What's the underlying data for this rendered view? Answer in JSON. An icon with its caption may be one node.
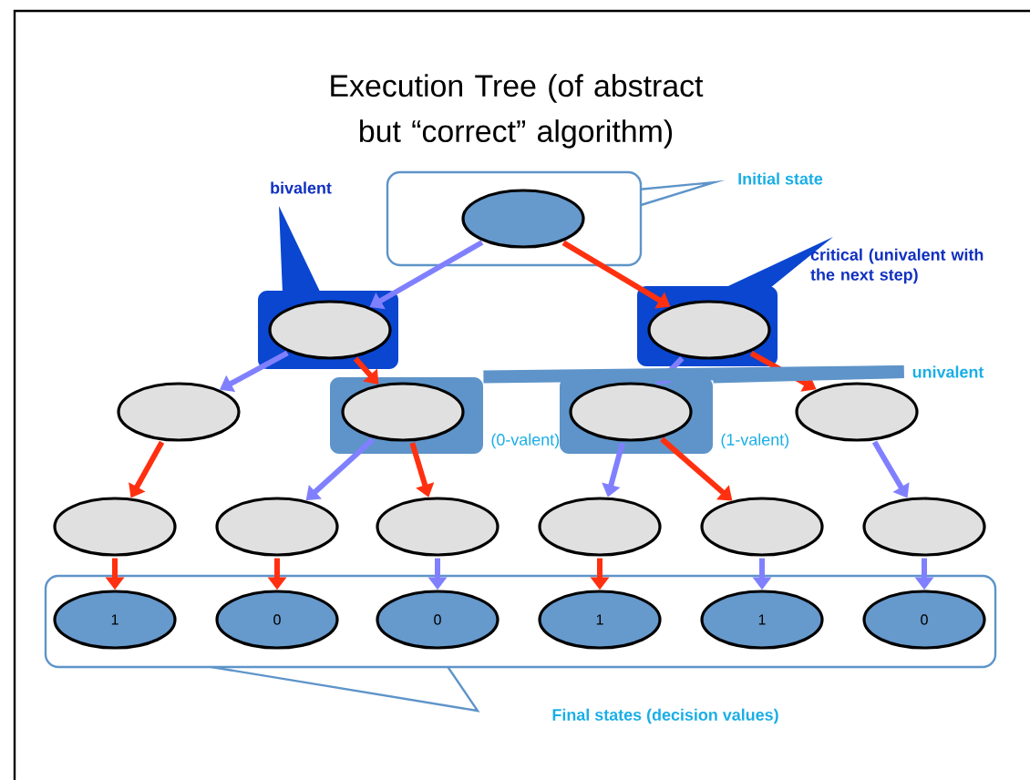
{
  "diagram": {
    "title": "Execution Tree (of abstract but “correct” algorithm)",
    "nodes": [
      {
        "text": [
          "Initial state"
        ]
      },
      {
        "text": [],
        "shape": "ellipse",
        "in": 0
      },
      {
        "text": [
          "bivalent"
        ]
      },
      {
        "text": [],
        "shape": "ellipse",
        "in": 2
      },
      {
        "text": [
          "critical (univalent with the next step)"
        ]
      },
      {
        "text": [],
        "shape": "ellipse",
        "in": 4
      },
      {
        "text": [],
        "shape": "ellipse"
      },
      {
        "text": [],
        "shape": "box",
        "beside": [
          "(0-valent)"
        ]
      },
      {
        "text": [],
        "shape": "ellipse",
        "in": 7
      },
      {
        "text": [],
        "shape": "box",
        "beside": [
          "(1-valent)"
        ]
      },
      {
        "text": [],
        "shape": "ellipse",
        "in": 9
      },
      {
        "text": [],
        "shape": "ellipse"
      },
      {
        "text": [
          "univalent"
        ]
      },
      {
        "text": [],
        "shape": "ellipse"
      },
      {
        "text": [],
        "shape": "ellipse"
      },
      {
        "text": [],
        "shape": "ellipse"
      },
      {
        "text": [],
        "shape": "ellipse"
      },
      {
        "text": [],
        "shape": "ellipse"
      },
      {
        "text": [],
        "shape": "ellipse"
      },
      {
        "text": [
          "Final states (decision values)"
        ]
      },
      {
        "text": [
          "1"
        ],
        "in": 19
      },
      {
        "text": [
          "0"
        ],
        "in": 19
      },
      {
        "text": [
          "0"
        ],
        "in": 19
      },
      {
        "text": [
          "1"
        ],
        "in": 19
      },
      {
        "text": [
          "1"
        ],
        "in": 19
      },
      {
        "text": [
          "0"
        ],
        "in": 19
      }
    ],
    "edges": [
      {
        "from": 1,
        "to": 3,
        "arrow": "to",
        "color": "#8080ff"
      },
      {
        "from": 1,
        "to": 5,
        "arrow": "to",
        "color": "#ff3010"
      },
      {
        "from": 3,
        "to": 6,
        "arrow": "to",
        "color": "#8080ff"
      },
      {
        "from": 3,
        "to": 8,
        "arrow": "to",
        "color": "#ff3010"
      },
      {
        "from": 5,
        "to": 10,
        "arrow": "to",
        "color": "#8080ff"
      },
      {
        "from": 5,
        "to": 11,
        "arrow": "to",
        "color": "#ff3010"
      },
      {
        "from": 6,
        "to": 13,
        "arrow": "to",
        "color": "#ff3010"
      },
      {
        "from": 8,
        "to": 14,
        "arrow": "to",
        "color": "#8080ff"
      },
      {
        "from": 8,
        "to": 15,
        "arrow": "to",
        "color": "#ff3010"
      },
      {
        "from": 10,
        "to": 16,
        "arrow": "to",
        "color": "#8080ff"
      },
      {
        "from": 10,
        "to": 17,
        "arrow": "to",
        "color": "#ff3010"
      },
      {
        "from": 11,
        "to": 18,
        "arrow": "to",
        "color": "#8080ff"
      },
      {
        "from": 13,
        "to": 20,
        "arrow": "to",
        "color": "#ff3010"
      },
      {
        "from": 14,
        "to": 21,
        "arrow": "to",
        "color": "#ff3010"
      },
      {
        "from": 15,
        "to": 22,
        "arrow": "to",
        "color": "#8080ff"
      },
      {
        "from": 16,
        "to": 23,
        "arrow": "to",
        "color": "#ff3010"
      },
      {
        "from": 17,
        "to": 24,
        "arrow": "to",
        "color": "#8080ff"
      },
      {
        "from": 18,
        "to": 25,
        "arrow": "to",
        "color": "#8080ff"
      },
      {
        "from": 12,
        "to": 7,
        "arrow": "none",
        "style": "thick",
        "color": "#5e94c9"
      },
      {
        "from": 12,
        "to": 9,
        "arrow": "none",
        "style": "thick",
        "color": "#5e94c9"
      }
    ]
  }
}
